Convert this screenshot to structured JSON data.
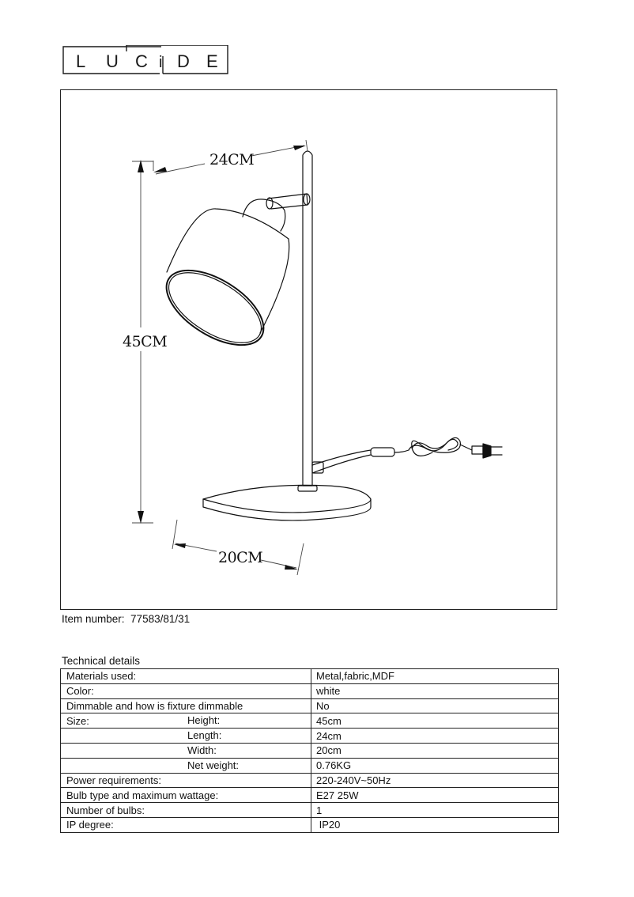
{
  "brand": {
    "logo_letters": [
      "L",
      "U",
      "C",
      "i",
      "D",
      "E"
    ],
    "name": "LUCIDE"
  },
  "drawing": {
    "dimensions": {
      "length": "24CM",
      "height": "45CM",
      "width": "20CM"
    },
    "line_color": "#111111",
    "dimension_line_color": "#555555"
  },
  "item": {
    "label": "Item number:",
    "value": "77583/81/31"
  },
  "technical_details": {
    "title": "Technical details",
    "rows": [
      {
        "label": "Materials used:",
        "sublabel": "",
        "value": "Metal,fabric,MDF"
      },
      {
        "label": "Color:",
        "sublabel": "",
        "value": "white"
      },
      {
        "label": "Dimmable and how is fixture dimmable",
        "sublabel": "",
        "value": "No"
      },
      {
        "label": "Size:",
        "sublabel": "Height:",
        "value": "45cm"
      },
      {
        "label": "",
        "sublabel": "Length:",
        "value": "24cm"
      },
      {
        "label": "",
        "sublabel": "Width:",
        "value": "20cm"
      },
      {
        "label": "",
        "sublabel": "Net weight:",
        "value": "0.76KG"
      },
      {
        "label": "Power requirements:",
        "sublabel": "",
        "value": "220-240V~50Hz"
      },
      {
        "label": "Bulb type and maximum wattage:",
        "sublabel": "",
        "value": "E27 25W"
      },
      {
        "label": "Number of bulbs:",
        "sublabel": "",
        "value": "1"
      },
      {
        "label": "IP degree:",
        "sublabel": "",
        "value": " IP20"
      }
    ]
  }
}
